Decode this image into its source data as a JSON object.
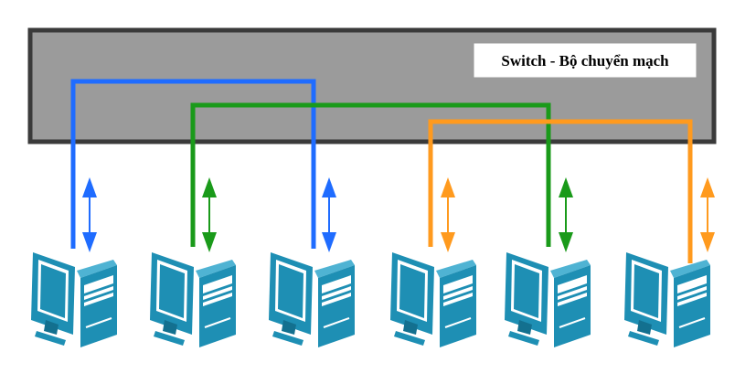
{
  "switch": {
    "label": "Switch - Bộ chuyển mạch"
  },
  "colors": {
    "switch_fill": "#9b9b9b",
    "switch_border": "#3a3a3a",
    "blue": "#1f6cff",
    "green": "#1a9a1a",
    "orange": "#ff9a1e",
    "computer": "#1e8fb4",
    "computer_dark": "#13708f"
  },
  "connections": [
    {
      "name": "blue-link",
      "color": "blue",
      "computers": [
        1,
        3
      ]
    },
    {
      "name": "green-link",
      "color": "green",
      "computers": [
        2,
        5
      ]
    },
    {
      "name": "orange-link",
      "color": "orange",
      "computers": [
        4,
        6
      ]
    }
  ],
  "computers": [
    {
      "id": 1,
      "icon": "desktop-computer-icon",
      "arrow_color": "blue"
    },
    {
      "id": 2,
      "icon": "desktop-computer-icon",
      "arrow_color": "green"
    },
    {
      "id": 3,
      "icon": "desktop-computer-icon",
      "arrow_color": "blue"
    },
    {
      "id": 4,
      "icon": "desktop-computer-icon",
      "arrow_color": "orange"
    },
    {
      "id": 5,
      "icon": "desktop-computer-icon",
      "arrow_color": "green"
    },
    {
      "id": 6,
      "icon": "desktop-computer-icon",
      "arrow_color": "orange"
    }
  ]
}
